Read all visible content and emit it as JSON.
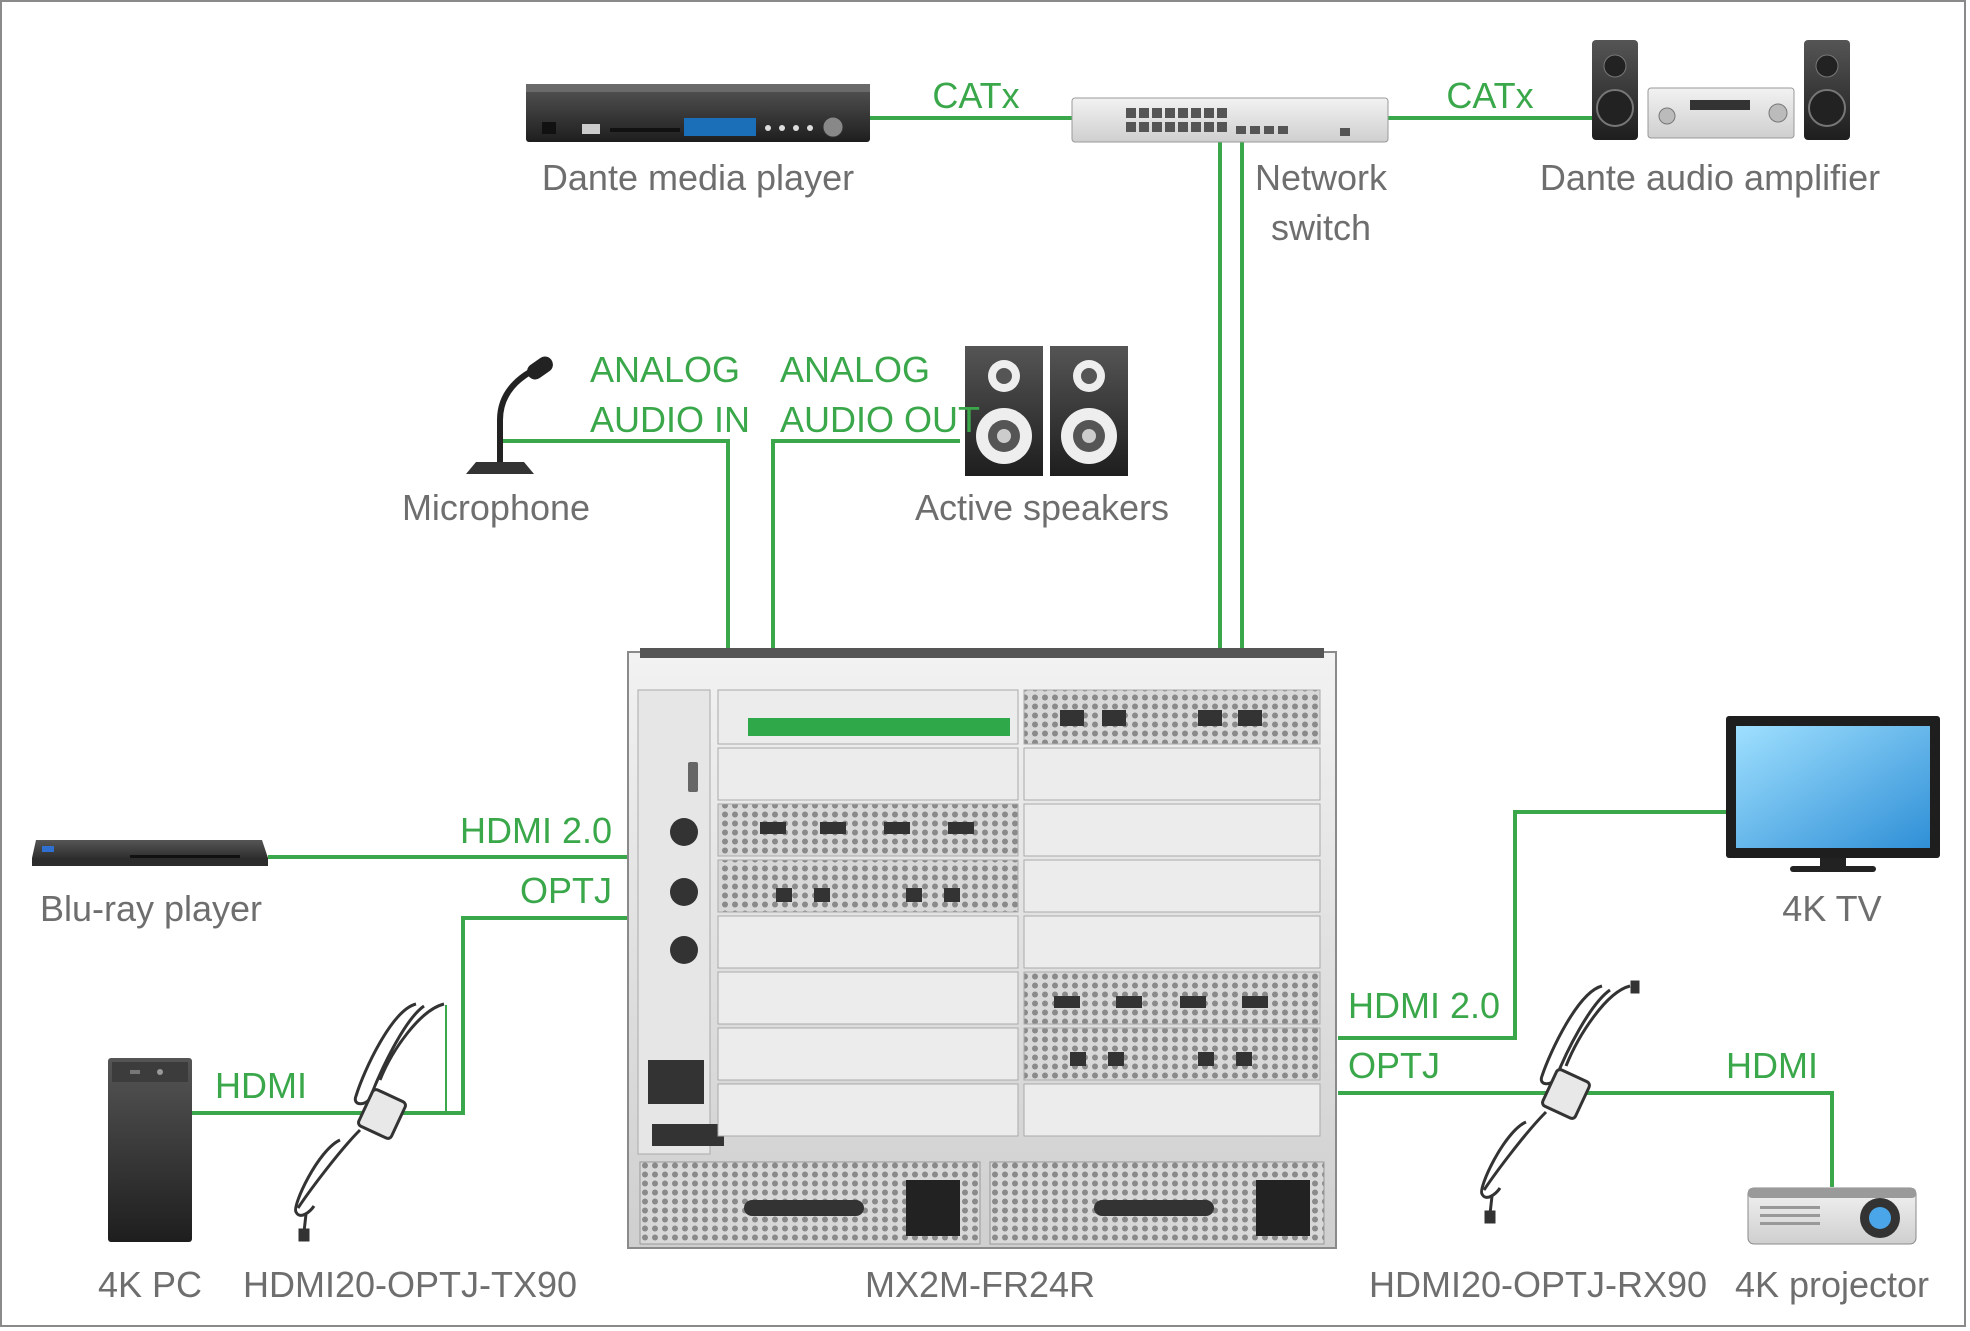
{
  "devices": {
    "media_player": "Dante media player",
    "switch_line1": "Network",
    "switch_line2": "switch",
    "amplifier": "Dante audio amplifier",
    "microphone": "Microphone",
    "speakers": "Active speakers",
    "bluray": "Blu-ray player",
    "tv": "4K TV",
    "pc": "4K PC",
    "tx": "HDMI20-OPTJ-TX90",
    "matrix": "MX2M-FR24R",
    "rx": "HDMI20-OPTJ-RX90",
    "projector": "4K projector"
  },
  "connections": {
    "catx_left": "CATx",
    "catx_right": "CATx",
    "analog_in_1": "ANALOG",
    "analog_in_2": "AUDIO IN",
    "analog_out_1": "ANALOG",
    "analog_out_2": "AUDIO OUT",
    "hdmi20_left": "HDMI 2.0",
    "optj_left": "OPTJ",
    "hdmi_pc": "HDMI",
    "hdmi20_right": "HDMI 2.0",
    "optj_right": "OPTJ",
    "hdmi_proj": "HDMI"
  },
  "colors": {
    "cable": "#3aa84a",
    "label_text": "#6e6e6e",
    "cable_text": "#3aa84a"
  }
}
